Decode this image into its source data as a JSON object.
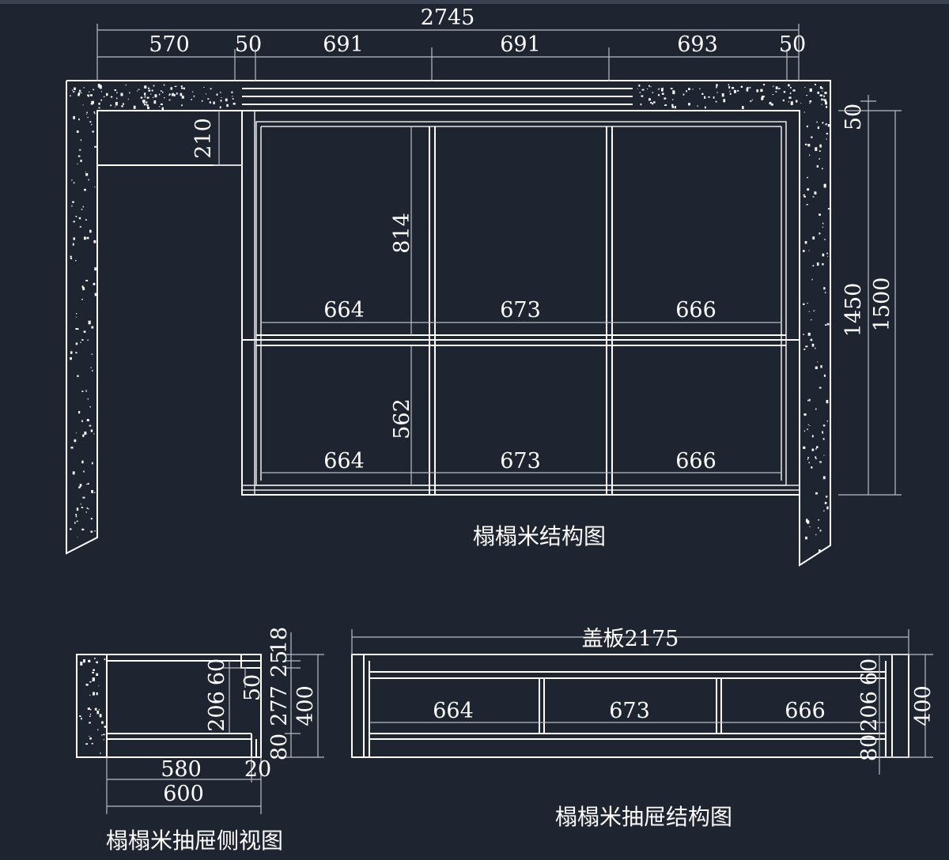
{
  "colors": {
    "background": "#1f2530",
    "line": "#ffffff",
    "dimension_line": "#b9bcc2"
  },
  "titles": {
    "main": "榻榻米结构图",
    "drawer_side": "榻榻米抽屉侧视图",
    "drawer_structure": "榻榻米抽屉结构图"
  },
  "main": {
    "overall_width": "2745",
    "top_segments": [
      "570",
      "50",
      "691",
      "691",
      "693",
      "50"
    ],
    "shelf_height": "210",
    "upper_height": "814",
    "lower_height": "562",
    "upper_widths": [
      "664",
      "673",
      "666"
    ],
    "lower_widths": [
      "664",
      "673",
      "666"
    ],
    "right_top": "50",
    "right_inner": "1450",
    "right_outer": "1500"
  },
  "drawer_side": {
    "vert_left": [
      "206",
      "60"
    ],
    "small": "50",
    "vert_right": [
      "18",
      "25",
      "277",
      "80"
    ],
    "height": "400",
    "inner_width": "580",
    "thickness": "20",
    "outer_width": "600"
  },
  "drawer_structure": {
    "cover": "盖板2175",
    "widths": [
      "664",
      "673",
      "666"
    ],
    "vert": [
      "60",
      "206",
      "80"
    ],
    "height": "400"
  }
}
